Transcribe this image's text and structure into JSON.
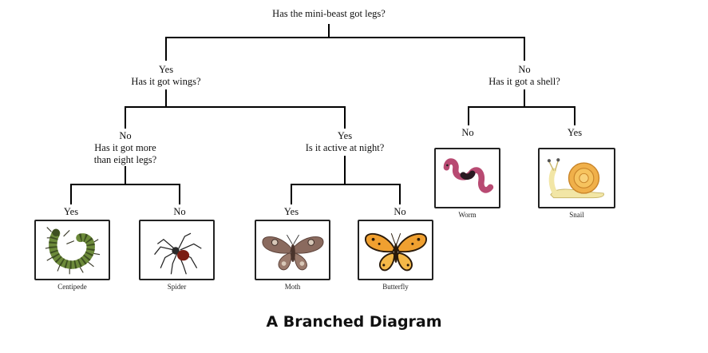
{
  "tree": {
    "root": "Has the mini-beast got legs?",
    "yes_wings": {
      "answer": "Yes",
      "question": "Has it got wings?"
    },
    "no_shell": {
      "answer": "No",
      "question": "Has it got a shell?"
    },
    "no_legs": {
      "answer": "No",
      "question_line1": "Has it got more",
      "question_line2": "than eight legs?"
    },
    "yes_night": {
      "answer": "Yes",
      "question": "Is it active at night?"
    },
    "leaf_labels": {
      "centipede": "Yes",
      "spider": "No",
      "moth": "Yes",
      "butterfly": "No",
      "worm": "No",
      "snail": "Yes"
    }
  },
  "animals": {
    "centipede": "Centipede",
    "spider": "Spider",
    "moth": "Moth",
    "butterfly": "Butterfly",
    "worm": "Worm",
    "snail": "Snail"
  },
  "caption": "A Branched Diagram"
}
